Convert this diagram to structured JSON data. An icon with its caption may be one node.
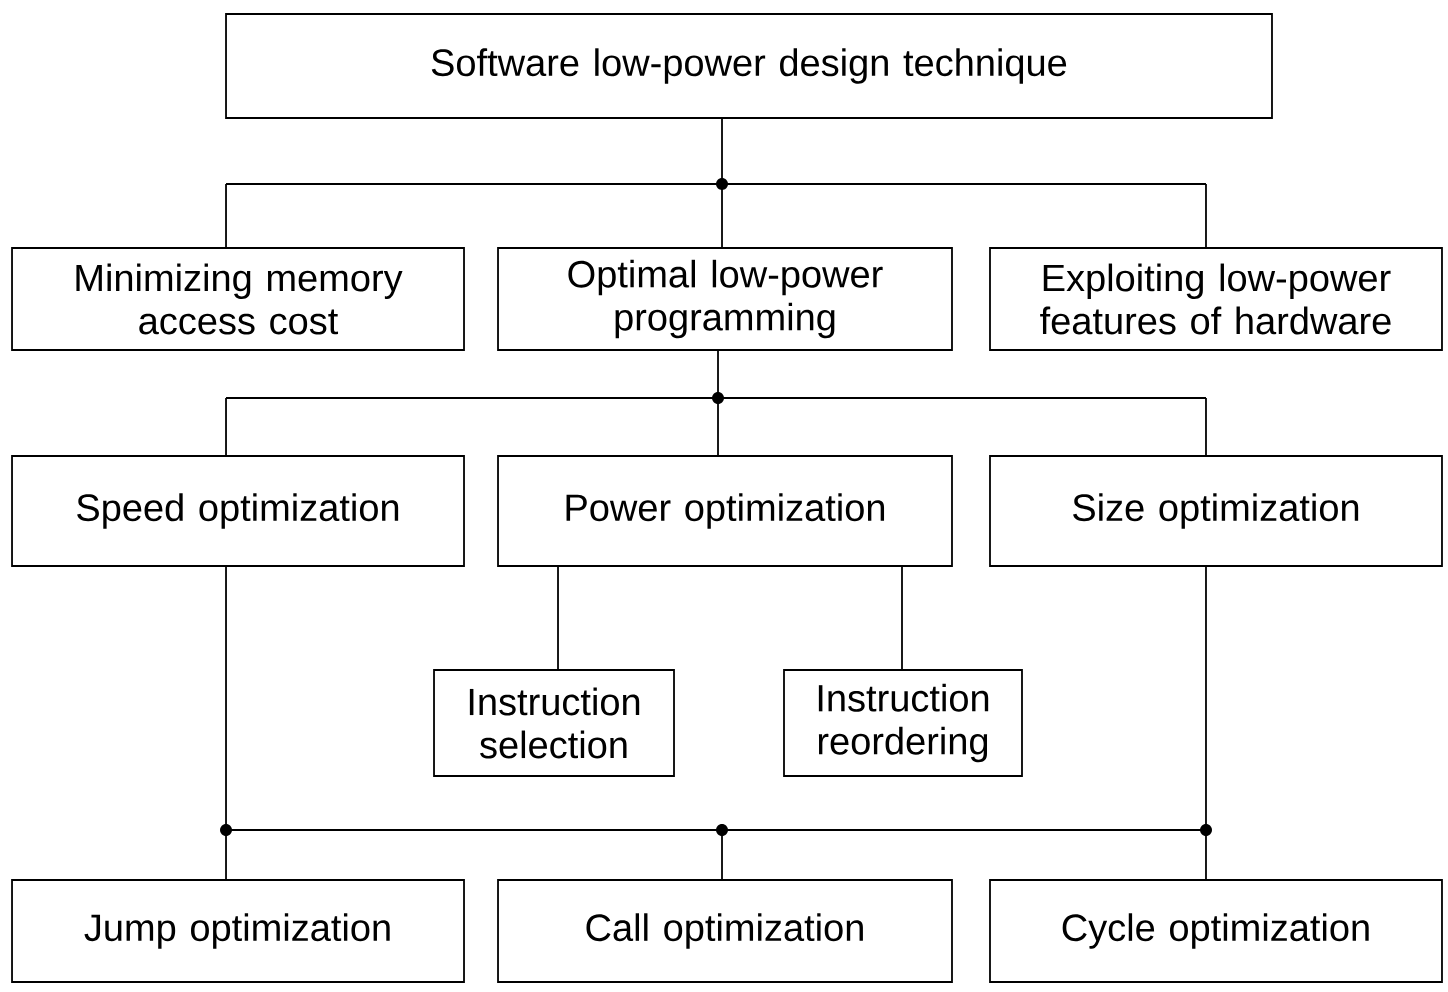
{
  "diagram": {
    "nodes": [
      {
        "text": [
          "Software low-power design technique"
        ]
      },
      {
        "text": [
          "Minimizing memory access cost"
        ]
      },
      {
        "text": [
          "Optimal low-power programming"
        ]
      },
      {
        "text": [
          "Exploiting low-power features of hardware"
        ]
      },
      {
        "text": [
          "Speed optimization"
        ]
      },
      {
        "text": [
          "Power optimization"
        ]
      },
      {
        "text": [
          "Size optimization"
        ]
      },
      {
        "text": [
          "Instruction selection"
        ]
      },
      {
        "text": [
          "Instruction reordering"
        ]
      },
      {
        "text": [
          "Jump optimization"
        ]
      },
      {
        "text": [
          "Call optimization"
        ]
      },
      {
        "text": [
          "Cycle optimization"
        ]
      }
    ],
    "edges": [
      {
        "from": 0,
        "to": 1,
        "arrow": "none"
      },
      {
        "from": 0,
        "to": 2,
        "arrow": "none"
      },
      {
        "from": 0,
        "to": 3,
        "arrow": "none"
      },
      {
        "from": 2,
        "to": 4,
        "arrow": "none"
      },
      {
        "from": 2,
        "to": 5,
        "arrow": "none"
      },
      {
        "from": 2,
        "to": 6,
        "arrow": "none"
      },
      {
        "from": 5,
        "to": 7,
        "arrow": "none"
      },
      {
        "from": 5,
        "to": 8,
        "arrow": "none"
      },
      {
        "from": 4,
        "to": 9,
        "arrow": "none"
      },
      {
        "from": 4,
        "to": 10,
        "arrow": "none"
      },
      {
        "from": 4,
        "to": 11,
        "arrow": "none"
      },
      {
        "from": 6,
        "to": 9,
        "arrow": "none"
      },
      {
        "from": 6,
        "to": 10,
        "arrow": "none"
      },
      {
        "from": 6,
        "to": 11,
        "arrow": "none"
      }
    ]
  }
}
